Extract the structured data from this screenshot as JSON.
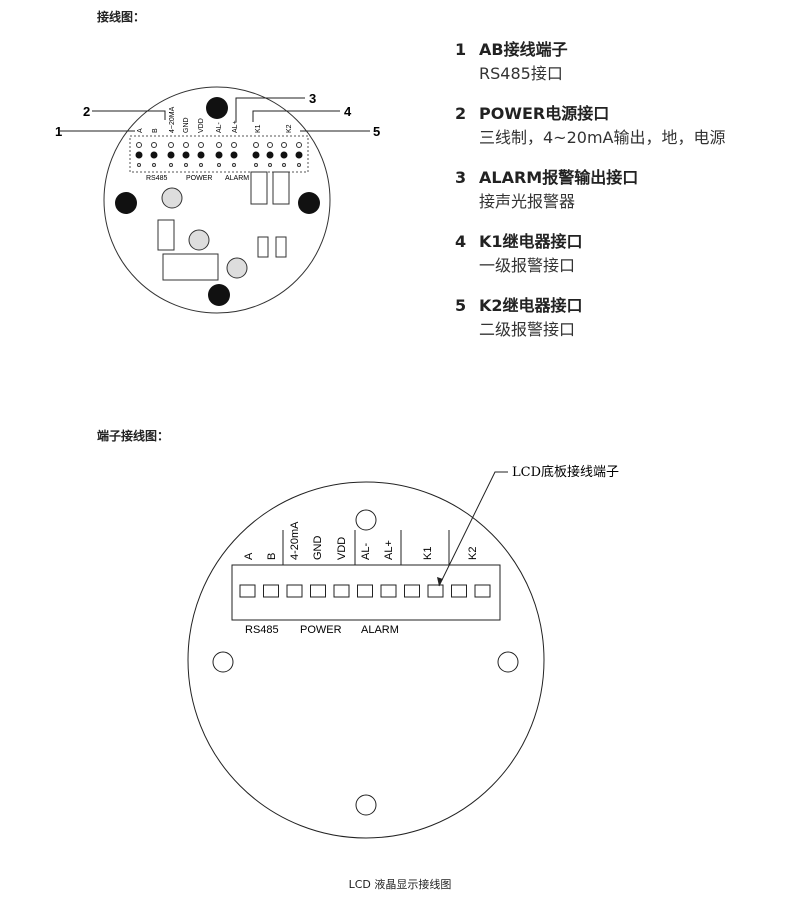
{
  "headings": {
    "wiring": "接线图：",
    "terminal": "端子接线图："
  },
  "legend": [
    {
      "num": "1",
      "title": "AB接线端子",
      "desc": "RS485接口"
    },
    {
      "num": "2",
      "title": "POWER电源接口",
      "desc": "三线制，4~20mA输出，地，电源"
    },
    {
      "num": "3",
      "title": "ALARM报警输出接口",
      "desc": "接声光报警器"
    },
    {
      "num": "4",
      "title": "K1继电器接口",
      "desc": "一级报警接口"
    },
    {
      "num": "5",
      "title": "K2继电器接口",
      "desc": "二级报警接口"
    }
  ],
  "pcb": {
    "pins": [
      "A",
      "B",
      "4~20MA",
      "GND",
      "VDD",
      "AL-",
      "AL+",
      "K1",
      "K2"
    ],
    "groups": [
      "RS485",
      "POWER",
      "ALARM"
    ],
    "callouts": [
      "1",
      "2",
      "3",
      "4",
      "5"
    ]
  },
  "lcd": {
    "pins": [
      "A",
      "B",
      "4-20mA",
      "GND",
      "VDD",
      "AL-",
      "AL+",
      "K1",
      "K2"
    ],
    "groups": [
      "RS485",
      "POWER",
      "ALARM"
    ],
    "callout": "LCD底板接线端子"
  },
  "caption": "LCD 液晶显示接线图"
}
